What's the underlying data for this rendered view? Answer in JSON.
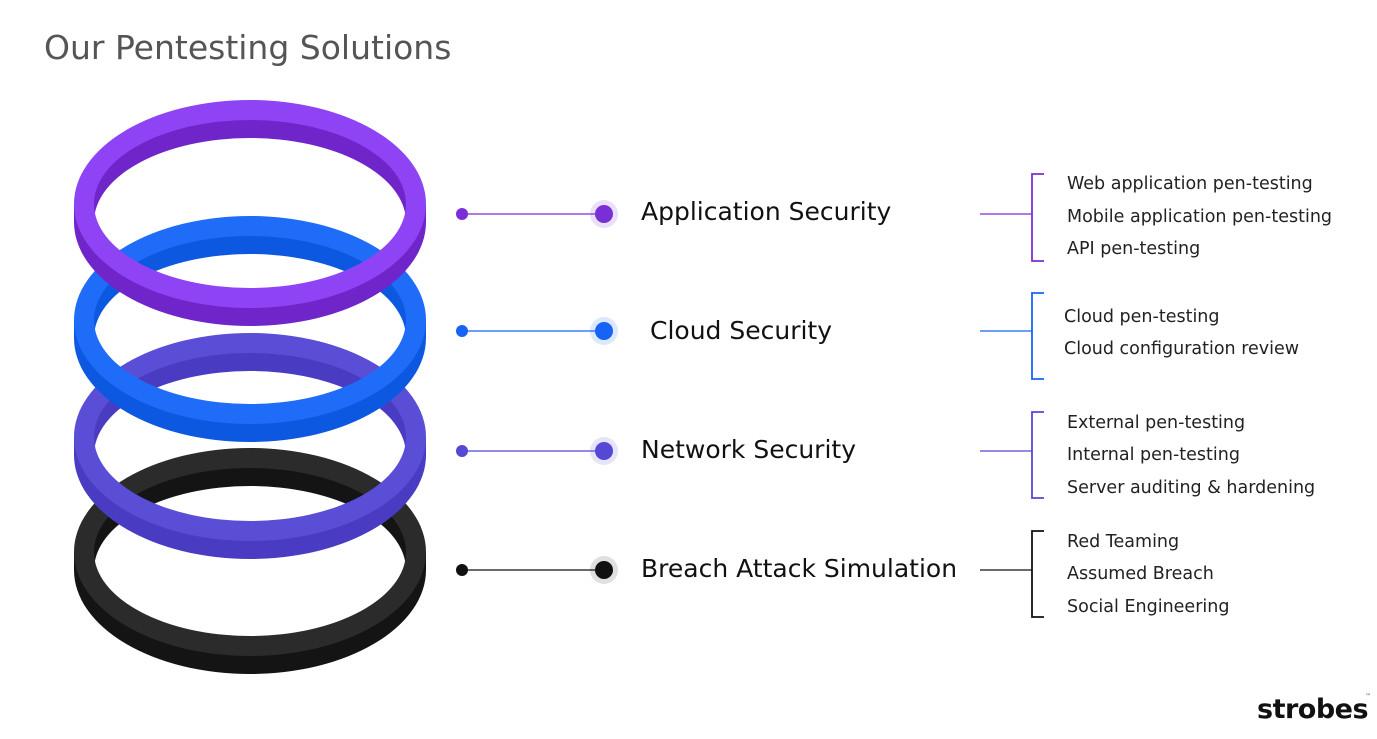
{
  "title": "Our Pentesting Solutions",
  "colors": {
    "application": "#7a2fd6",
    "cloud": "#1664f5",
    "network": "#5548d4",
    "breach": "#111111"
  },
  "solutions": [
    {
      "name": "Application Security",
      "items": [
        "Web application pen-testing",
        "Mobile application pen-testing",
        "API pen-testing"
      ]
    },
    {
      "name": "Cloud Security",
      "items": [
        "Cloud pen-testing",
        "Cloud configuration review"
      ]
    },
    {
      "name": "Network Security",
      "items": [
        "External pen-testing",
        "Internal pen-testing",
        "Server auditing & hardening"
      ]
    },
    {
      "name": "Breach Attack Simulation",
      "items": [
        "Red Teaming",
        "Assumed Breach",
        "Social Engineering"
      ]
    }
  ],
  "logo": {
    "text": "strobes",
    "mark": "™"
  }
}
